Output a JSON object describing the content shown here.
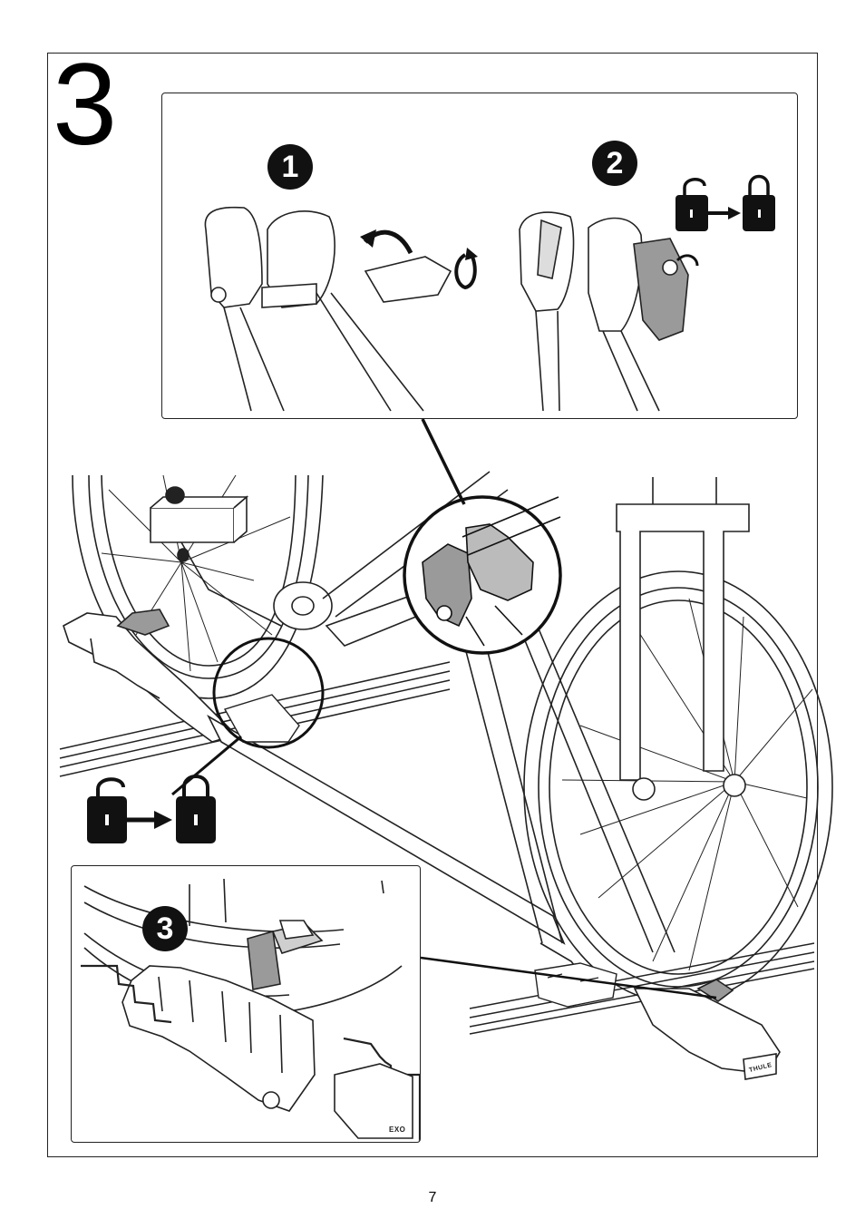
{
  "step": {
    "number": "3"
  },
  "substeps": [
    {
      "label": "1"
    },
    {
      "label": "2"
    },
    {
      "label": "3"
    }
  ],
  "icons": {
    "lock_sequence": [
      "unlocked-padlock-icon",
      "arrow-right-icon",
      "locked-padlock-icon"
    ],
    "rotation": [
      "curved-arrow-icon",
      "rotate-icon"
    ]
  },
  "product_marks": {
    "bracket_logo": "THULE",
    "foot_logo": "EXO"
  },
  "footer": {
    "page_number": "7"
  },
  "colors": {
    "ink": "#111111",
    "highlight_gray": "#9a9a9a",
    "paper": "#ffffff"
  }
}
